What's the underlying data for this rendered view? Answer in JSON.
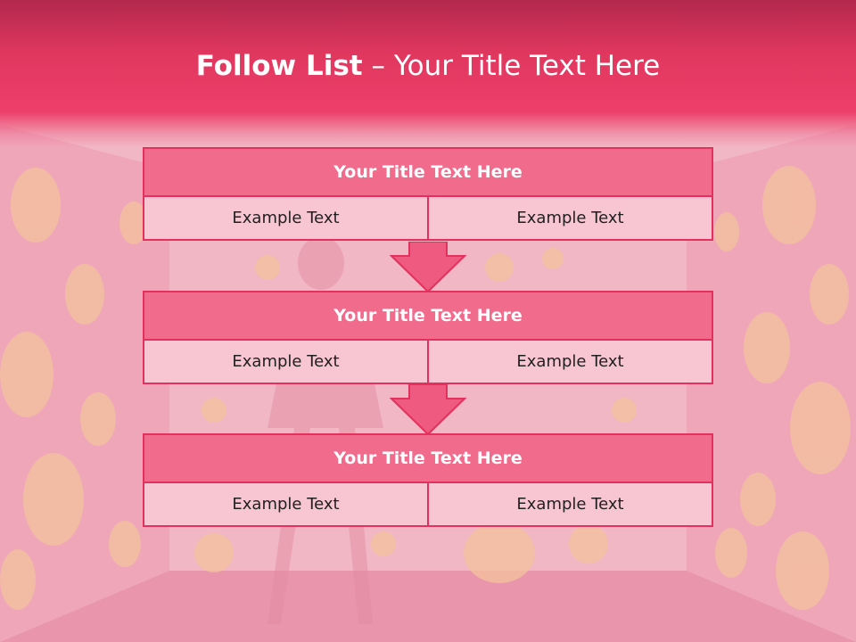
{
  "slide": {
    "heading_bold": "Follow List",
    "heading_rest": " – Your Title Text Here"
  },
  "blocks": [
    {
      "title": "Your Title Text Here",
      "left": "Example Text",
      "right": "Example Text"
    },
    {
      "title": "Your Title Text Here",
      "left": "Example Text",
      "right": "Example Text"
    },
    {
      "title": "Your Title Text Here",
      "left": "Example Text",
      "right": "Example Text"
    }
  ],
  "colors": {
    "header_band": "#ee3f6a",
    "title_fill": "#f06b8c",
    "cell_fill": "#f8c6d3",
    "border": "#e3305d",
    "arrow": "#ee5a80"
  }
}
